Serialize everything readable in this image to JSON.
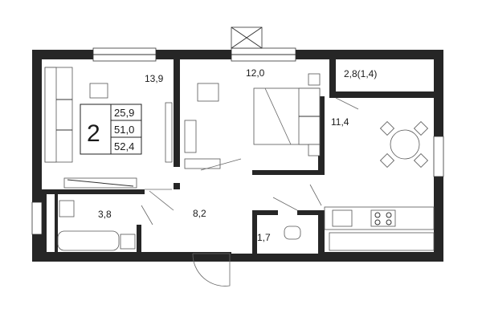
{
  "plan": {
    "rooms_count": "2",
    "living_area": "25,9",
    "total_area": "51,0",
    "total_area_with_balcony": "52,4",
    "rooms": {
      "living_room": "13,9",
      "bedroom": "12,0",
      "balcony": "2,8(1,4)",
      "kitchen": "11,4",
      "bathroom": "3,8",
      "hallway": "8,2",
      "toilet": "1,7"
    },
    "colors": {
      "wall": "#262626",
      "fixture_stroke": "#555555",
      "window": "#ffffff"
    }
  }
}
